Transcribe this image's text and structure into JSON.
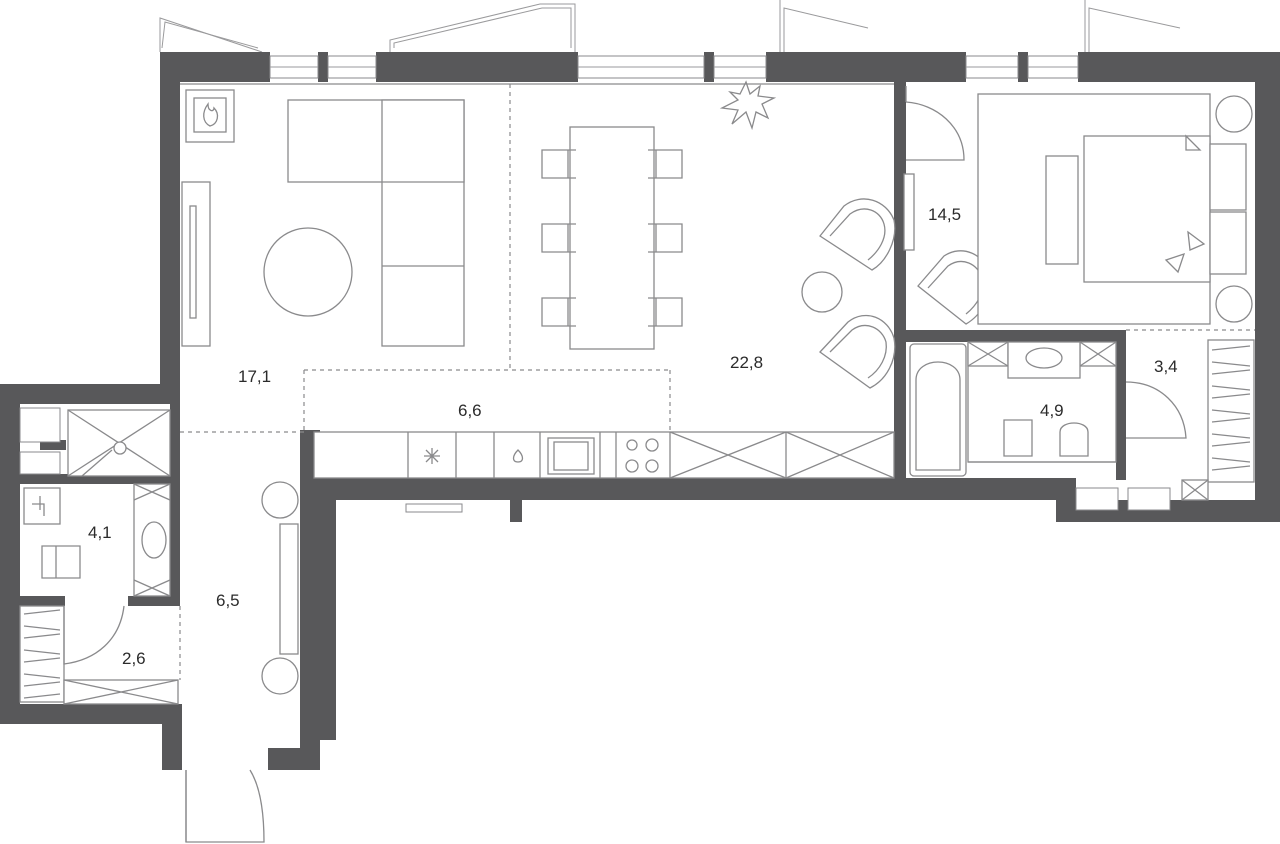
{
  "floor_plan": {
    "rooms": [
      {
        "id": "living-room",
        "area": "17,1"
      },
      {
        "id": "kitchen-dining",
        "area": "22,8"
      },
      {
        "id": "kitchen-corridor",
        "area": "6,6"
      },
      {
        "id": "bedroom",
        "area": "14,5"
      },
      {
        "id": "bedroom-wardrobe",
        "area": "3,4"
      },
      {
        "id": "main-bathroom",
        "area": "4,9"
      },
      {
        "id": "guest-bathroom",
        "area": "4,1"
      },
      {
        "id": "entrance-wardrobe",
        "area": "2,6"
      },
      {
        "id": "entrance-hall",
        "area": "6,5"
      }
    ],
    "colors": {
      "wall": "#58585a",
      "line": "#8a8a8c",
      "background": "#ffffff",
      "label": "#2b2b2b"
    }
  }
}
